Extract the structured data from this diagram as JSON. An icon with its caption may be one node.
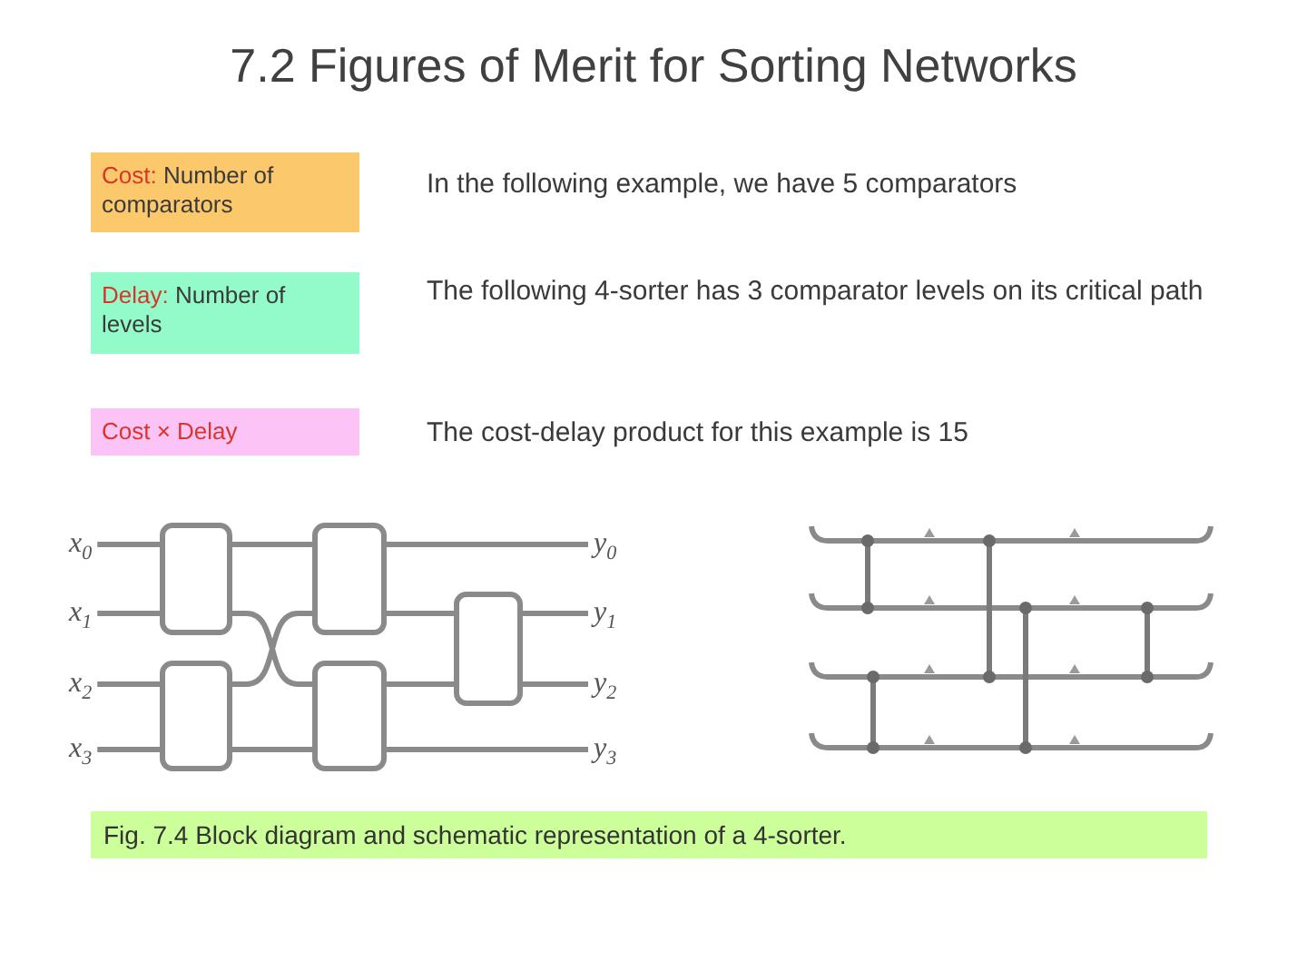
{
  "diagram": {
    "title": "7.2 Figures of Merit for Sorting Networks",
    "nodes": [
      {
        "text": [
          "Cost:",
          "Number of comparators"
        ],
        "beside": [
          "In the following example, we have 5 comparators"
        ]
      },
      {
        "text": [
          "Delay:",
          "Number of levels"
        ],
        "beside": [
          "The following 4-sorter has 3 comparator levels on its critical path"
        ]
      },
      {
        "text": [
          "Cost × Delay"
        ],
        "beside": [
          "The cost-delay product for this example is 15"
        ]
      },
      {
        "text": [
          "x$_{0}$"
        ]
      },
      {
        "text": [
          "x$_{1}$"
        ]
      },
      {
        "text": [
          "x$_{2}$"
        ]
      },
      {
        "text": [
          "x$_{3}$"
        ]
      },
      {
        "text": [],
        "shape": "box"
      },
      {
        "text": [],
        "shape": "box"
      },
      {
        "text": [],
        "shape": "box"
      },
      {
        "text": [],
        "shape": "box"
      },
      {
        "text": [],
        "shape": "box"
      },
      {
        "text": [
          "y$_{0}$"
        ]
      },
      {
        "text": [
          "y$_{1}$"
        ]
      },
      {
        "text": [
          "y$_{2}$"
        ]
      },
      {
        "text": [
          "y$_{3}$"
        ]
      }
    ],
    "edges": [
      {
        "from": 3,
        "to": 7,
        "arrow": "none"
      },
      {
        "from": 4,
        "to": 7,
        "arrow": "none"
      },
      {
        "from": 5,
        "to": 8,
        "arrow": "none"
      },
      {
        "from": 6,
        "to": 8,
        "arrow": "none"
      },
      {
        "from": 7,
        "to": 9,
        "arrow": "none"
      },
      {
        "from": 7,
        "to": 10,
        "arrow": "none"
      },
      {
        "from": 8,
        "to": 9,
        "arrow": "none"
      },
      {
        "from": 8,
        "to": 10,
        "arrow": "none"
      },
      {
        "from": 9,
        "to": 12,
        "arrow": "none"
      },
      {
        "from": 9,
        "to": 11,
        "arrow": "none"
      },
      {
        "from": 10,
        "to": 11,
        "arrow": "none"
      },
      {
        "from": 10,
        "to": 15,
        "arrow": "none"
      },
      {
        "from": 11,
        "to": 13,
        "arrow": "none"
      },
      {
        "from": 11,
        "to": 14,
        "arrow": "none"
      }
    ],
    "caption": "Fig. 7.4 Block diagram and schematic representation of a 4-sorter."
  }
}
